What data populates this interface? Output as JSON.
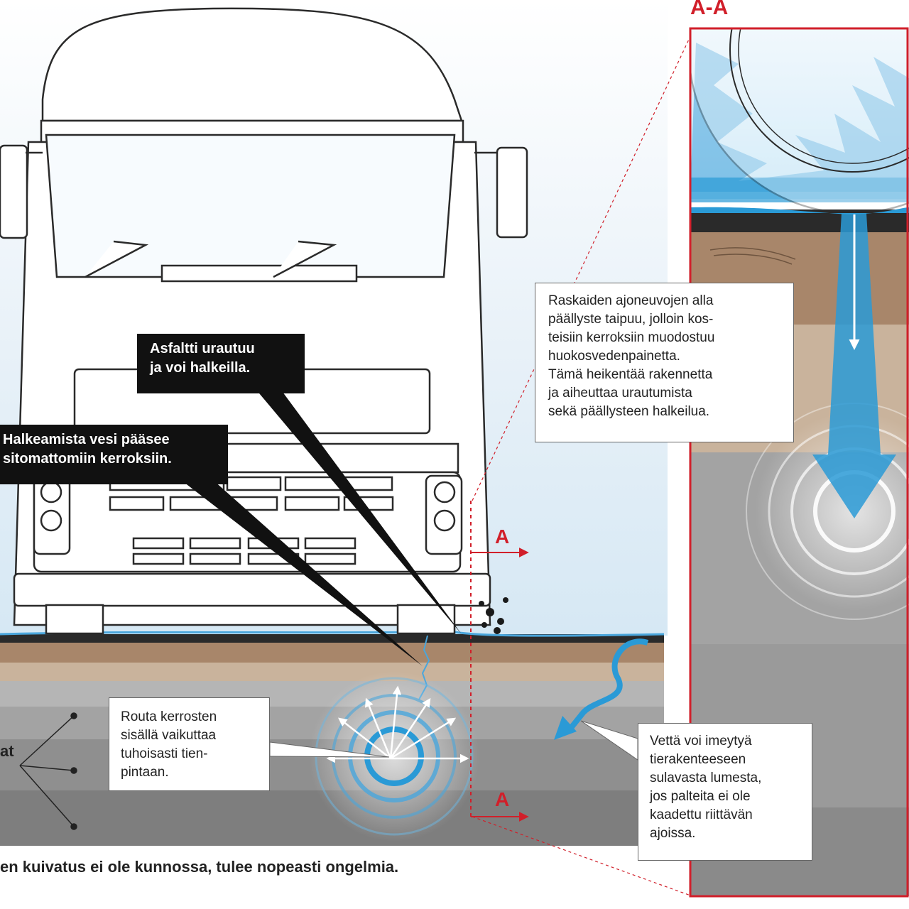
{
  "section_label": "A-A",
  "arrow_label_top": "A",
  "arrow_label_bottom": "A",
  "labels": {
    "asphalt": [
      "Asfaltti urautuu",
      "ja voi halkeilla."
    ],
    "cracks": [
      "Halkeamista vesi pääsee",
      "sitomattomiin kerroksiin."
    ],
    "frost": [
      "Routa kerrosten",
      "sisällä vaikuttaa",
      "tuhoisasti tien-",
      "pintaan."
    ],
    "heavy_vehicles": [
      "Raskaiden ajoneuvojen alla",
      "päällyste taipuu, jolloin kos-",
      "teisiin kerroksiin muodostuu",
      "huokosvedenpainetta.",
      "Tämä heikentää rakennetta",
      "ja aiheuttaa urautumista",
      "sekä päällysteen halkeilua."
    ],
    "water": [
      "Vettä voi imeytyä",
      "tierakenteeseen",
      "sulavasta lumesta,",
      "jos palteita ei ole",
      "kaadettu riittävän",
      "ajoissa."
    ],
    "layers_partial": "at"
  },
  "bottom_caption": "en kuivatus ei ole kunnossa, tulee nopeasti ongelmia.",
  "colors": {
    "accent_red": "#d11f2a",
    "water_blue": "#2a9ad6",
    "asphalt": "#2a2a2a",
    "base_brown": "#a8866a",
    "subbase_tan": "#c9b39c",
    "soil_gray": "#9a9a9a",
    "sky": "#dcebf5"
  }
}
